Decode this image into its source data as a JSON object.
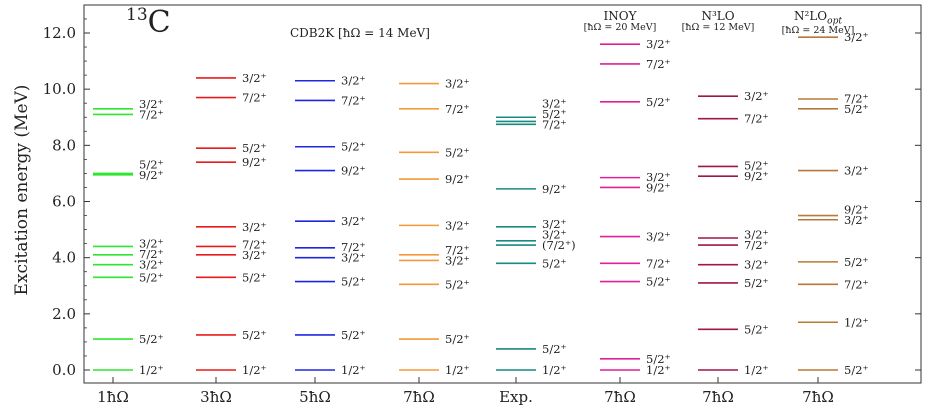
{
  "chart_data": {
    "type": "level-scheme",
    "nucleus": {
      "mass": "13",
      "symbol": "C"
    },
    "ylabel": "Excitation energy (MeV)",
    "ylim": [
      -0.5,
      13.0
    ],
    "yticks": [
      "0.0",
      "2.0",
      "4.0",
      "6.0",
      "8.0",
      "10.0",
      "12.0"
    ],
    "yticks_num": [
      0,
      2,
      4,
      6,
      8,
      10,
      12
    ],
    "group_label": "CDB2K [ħΩ = 14 MeV]",
    "columns": [
      {
        "x_label": "1ħΩ",
        "color": "#2ee62e",
        "header": "",
        "subheader": "",
        "levels": [
          {
            "E": 0.0,
            "label": "1/2⁺"
          },
          {
            "E": 1.1,
            "label": "5/2⁺"
          },
          {
            "E": 3.3,
            "label": "5/2⁺"
          },
          {
            "E": 3.75,
            "label": "3/2⁺"
          },
          {
            "E": 4.1,
            "label": "7/2⁺"
          },
          {
            "E": 4.4,
            "label": "3/2⁺"
          },
          {
            "E": 6.95,
            "label": "9/2⁺"
          },
          {
            "E": 7.0,
            "label": "5/2⁺"
          },
          {
            "E": 9.1,
            "label": "7/2⁺"
          },
          {
            "E": 9.3,
            "label": "3/2⁺"
          }
        ]
      },
      {
        "x_label": "3ħΩ",
        "color": "#e81c1c",
        "header": "",
        "subheader": "",
        "levels": [
          {
            "E": 0.0,
            "label": "1/2⁺"
          },
          {
            "E": 1.25,
            "label": "5/2⁺"
          },
          {
            "E": 3.3,
            "label": "5/2⁺"
          },
          {
            "E": 4.1,
            "label": "3/2⁺"
          },
          {
            "E": 4.4,
            "label": "7/2⁺"
          },
          {
            "E": 5.1,
            "label": "3/2⁺"
          },
          {
            "E": 7.4,
            "label": "9/2⁺"
          },
          {
            "E": 7.9,
            "label": "5/2⁺"
          },
          {
            "E": 9.7,
            "label": "7/2⁺"
          },
          {
            "E": 10.4,
            "label": "3/2⁺"
          }
        ]
      },
      {
        "x_label": "5ħΩ",
        "color": "#1c28e0",
        "header": "",
        "subheader": "",
        "levels": [
          {
            "E": 0.0,
            "label": "1/2⁺"
          },
          {
            "E": 1.25,
            "label": "5/2⁺"
          },
          {
            "E": 3.15,
            "label": "5/2⁺"
          },
          {
            "E": 4.0,
            "label": "3/2⁺"
          },
          {
            "E": 4.35,
            "label": "7/2⁺"
          },
          {
            "E": 5.3,
            "label": "3/2⁺"
          },
          {
            "E": 7.1,
            "label": "9/2⁺"
          },
          {
            "E": 7.95,
            "label": "5/2⁺"
          },
          {
            "E": 9.6,
            "label": "7/2⁺"
          },
          {
            "E": 10.3,
            "label": "3/2⁺"
          }
        ]
      },
      {
        "x_label": "7ħΩ",
        "color": "#f59a3a",
        "header": "",
        "subheader": "",
        "levels": [
          {
            "E": 0.0,
            "label": "1/2⁺"
          },
          {
            "E": 1.1,
            "label": "5/2⁺"
          },
          {
            "E": 3.05,
            "label": "5/2⁺"
          },
          {
            "E": 3.9,
            "label": "3/2⁺"
          },
          {
            "E": 4.1,
            "label": "7/2⁺"
          },
          {
            "E": 5.15,
            "label": "3/2⁺"
          },
          {
            "E": 6.8,
            "label": "9/2⁺"
          },
          {
            "E": 7.75,
            "label": "5/2⁺"
          },
          {
            "E": 9.3,
            "label": "7/2⁺"
          },
          {
            "E": 10.2,
            "label": "3/2⁺"
          }
        ]
      },
      {
        "x_label": "Exp.",
        "color": "#1a8a80",
        "header": "",
        "subheader": "",
        "levels": [
          {
            "E": 0.0,
            "label": "1/2⁺"
          },
          {
            "E": 0.75,
            "label": "5/2⁺"
          },
          {
            "E": 3.8,
            "label": "5/2⁺"
          },
          {
            "E": 4.45,
            "label": "(7/2⁺)"
          },
          {
            "E": 4.6,
            "label": "3/2⁺"
          },
          {
            "E": 5.1,
            "label": "3/2⁺"
          },
          {
            "E": 6.45,
            "label": "9/2⁺"
          },
          {
            "E": 8.75,
            "label": "7/2⁺"
          },
          {
            "E": 8.85,
            "label": "5/2⁺"
          },
          {
            "E": 9.0,
            "label": "3/2⁺"
          }
        ]
      },
      {
        "x_label": "7ħΩ",
        "color": "#e0209a",
        "header": "INOY",
        "subheader": "[ħΩ = 20 MeV]",
        "levels": [
          {
            "E": 0.0,
            "label": "1/2⁺"
          },
          {
            "E": 0.4,
            "label": "5/2⁺"
          },
          {
            "E": 3.15,
            "label": "5/2⁺"
          },
          {
            "E": 3.8,
            "label": "7/2⁺"
          },
          {
            "E": 4.75,
            "label": "3/2⁺"
          },
          {
            "E": 6.5,
            "label": "9/2⁺"
          },
          {
            "E": 6.85,
            "label": "3/2⁺"
          },
          {
            "E": 9.55,
            "label": "5/2⁺"
          },
          {
            "E": 10.9,
            "label": "7/2⁺"
          },
          {
            "E": 11.6,
            "label": "3/2⁺"
          }
        ]
      },
      {
        "x_label": "7ħΩ",
        "color": "#a0154c",
        "header": "N³LO",
        "subheader": "[ħΩ = 12 MeV]",
        "levels": [
          {
            "E": 0.0,
            "label": "1/2⁺"
          },
          {
            "E": 1.45,
            "label": "5/2⁺"
          },
          {
            "E": 3.1,
            "label": "5/2⁺"
          },
          {
            "E": 3.75,
            "label": "3/2⁺"
          },
          {
            "E": 4.45,
            "label": "7/2⁺"
          },
          {
            "E": 4.7,
            "label": "3/2⁺"
          },
          {
            "E": 6.9,
            "label": "9/2⁺"
          },
          {
            "E": 7.25,
            "label": "5/2⁺"
          },
          {
            "E": 8.95,
            "label": "7/2⁺"
          },
          {
            "E": 9.75,
            "label": "3/2⁺"
          }
        ]
      },
      {
        "x_label": "7ħΩ",
        "color": "#b8783a",
        "header": "N²LO",
        "header_sub": "opt",
        "subheader": "[ħΩ = 24 MeV]",
        "levels": [
          {
            "E": 0.0,
            "label": "5/2⁺"
          },
          {
            "E": 1.7,
            "label": "1/2⁺"
          },
          {
            "E": 3.05,
            "label": "7/2⁺"
          },
          {
            "E": 3.85,
            "label": "5/2⁺"
          },
          {
            "E": 5.35,
            "label": "3/2⁺"
          },
          {
            "E": 5.5,
            "label": "9/2⁺"
          },
          {
            "E": 7.1,
            "label": "3/2⁺"
          },
          {
            "E": 9.3,
            "label": "5/2⁺"
          },
          {
            "E": 9.65,
            "label": "7/2⁺"
          },
          {
            "E": 11.85,
            "label": "3/2⁺"
          }
        ]
      }
    ]
  }
}
